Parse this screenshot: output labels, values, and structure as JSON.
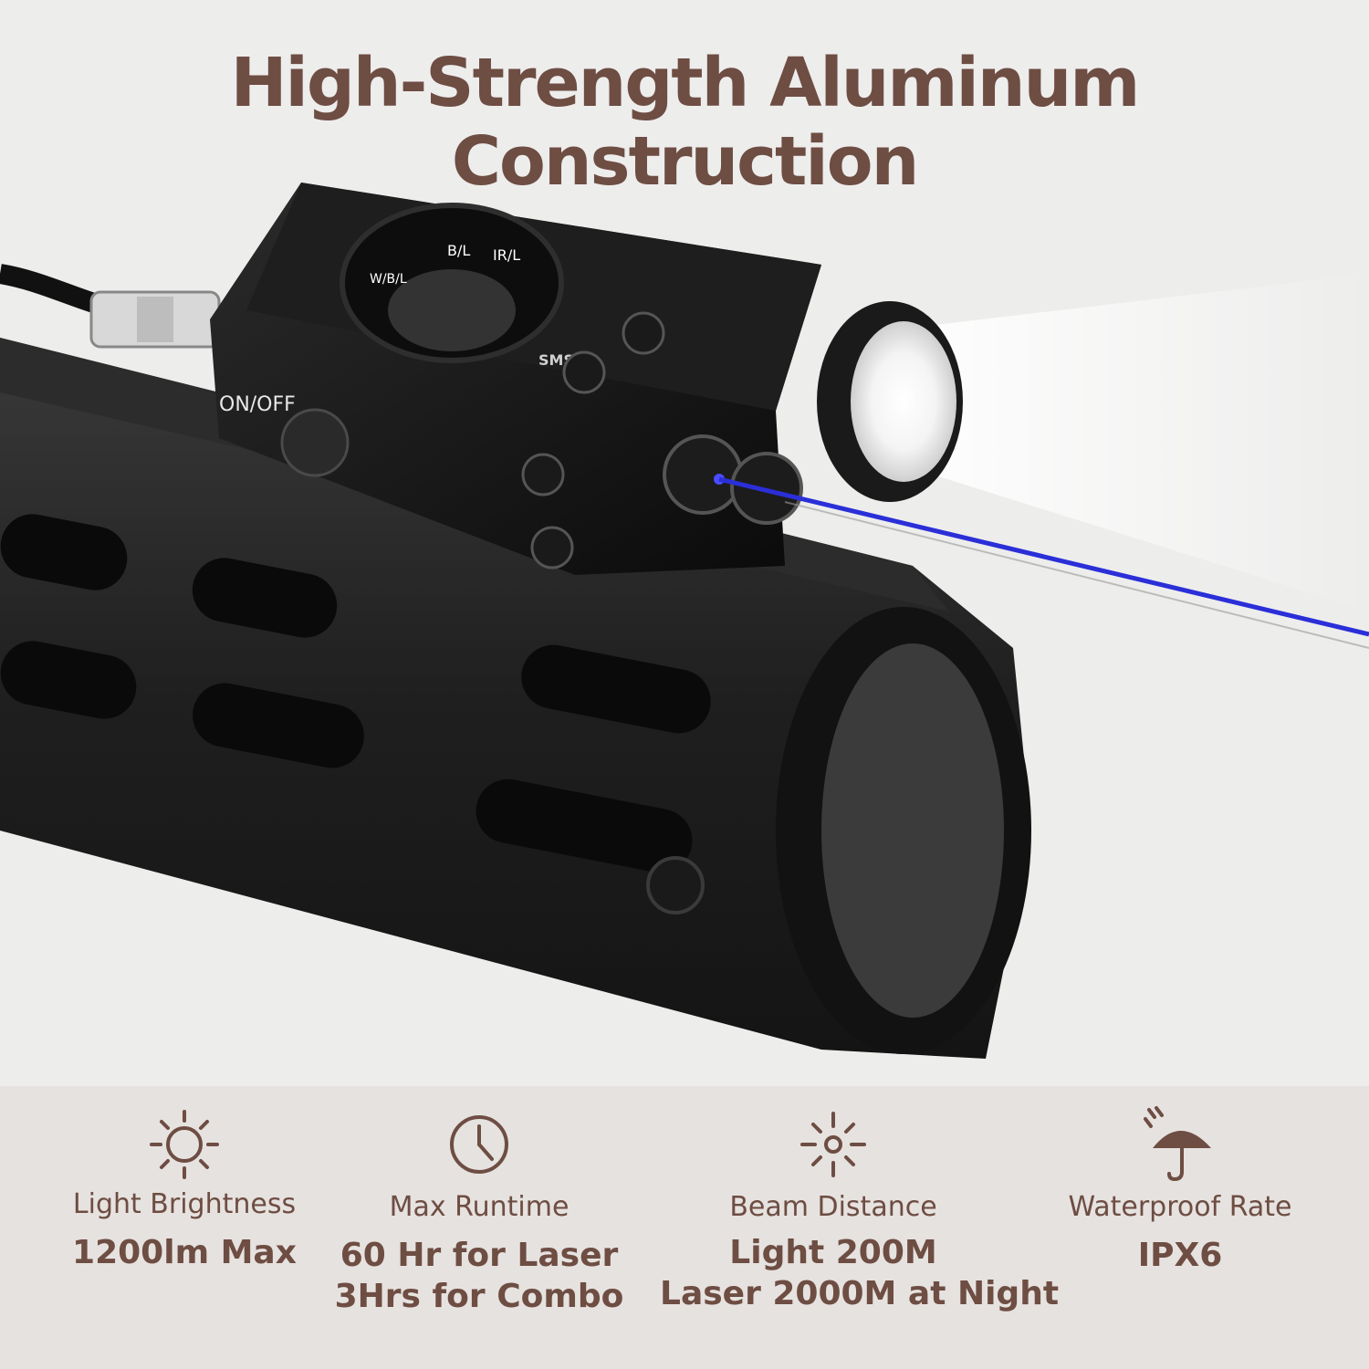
{
  "title": "High-Strength Aluminum Construction",
  "product": {
    "switch_label": "ON/OFF",
    "dial_modes": [
      "B/L",
      "IR/L",
      "W/B/L"
    ],
    "logo_text": "SMS"
  },
  "features": [
    {
      "icon": "sun-icon",
      "label": "Light Brightness",
      "value_lines": [
        "1200lm Max"
      ]
    },
    {
      "icon": "clock-icon",
      "label": "Max Runtime",
      "value_lines": [
        "60 Hr for Laser",
        "3Hrs for Combo"
      ]
    },
    {
      "icon": "beam-icon",
      "label": "Beam Distance",
      "value_lines": [
        "Light 200M",
        "Laser 2000M at Night"
      ]
    },
    {
      "icon": "umbrella-rain-icon",
      "label": "Waterproof Rate",
      "value_lines": [
        "IPX6"
      ]
    }
  ],
  "colors": {
    "text_brown": "#6e4d43",
    "background": "#ededec",
    "feature_band": "#e6e2df",
    "laser_blue": "#2a2fd8"
  }
}
